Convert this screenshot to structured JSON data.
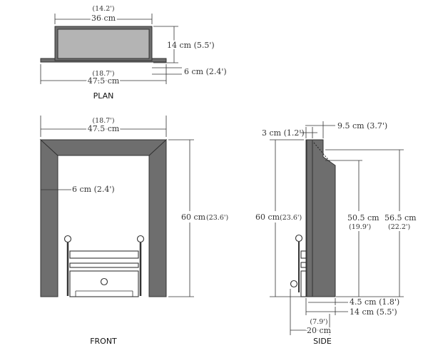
{
  "plan": {
    "caption": "PLAN",
    "top_width_in": "(14.2')",
    "top_width_cm": "36 cm",
    "depth": "14 cm (5.5')",
    "ledge": "6 cm (2.4')",
    "total_width_in": "(18.7')",
    "total_width_cm": "47.5 cm"
  },
  "front": {
    "caption": "FRONT",
    "width_in": "(18.7')",
    "width_cm": "47.5 cm",
    "border": "6 cm (2.4')",
    "height_cm": "60 cm",
    "height_in": "(23.6')"
  },
  "side": {
    "caption": "SIDE",
    "front_thickness": "3 cm (1.2')",
    "top_depth": "9.5 cm (3.7')",
    "height_cm": "60 cm",
    "height_in": "(23.6')",
    "inner_height_cm": "50.5 cm",
    "inner_height_in": "(19.9')",
    "rear_height_cm": "56.5 cm",
    "rear_height_in": "(22.2')",
    "base_depth": "4.5 cm (1.8')",
    "overall_depth": "14 cm (5.5')",
    "total_in": "(7.9')",
    "total_cm": "20 cm"
  }
}
